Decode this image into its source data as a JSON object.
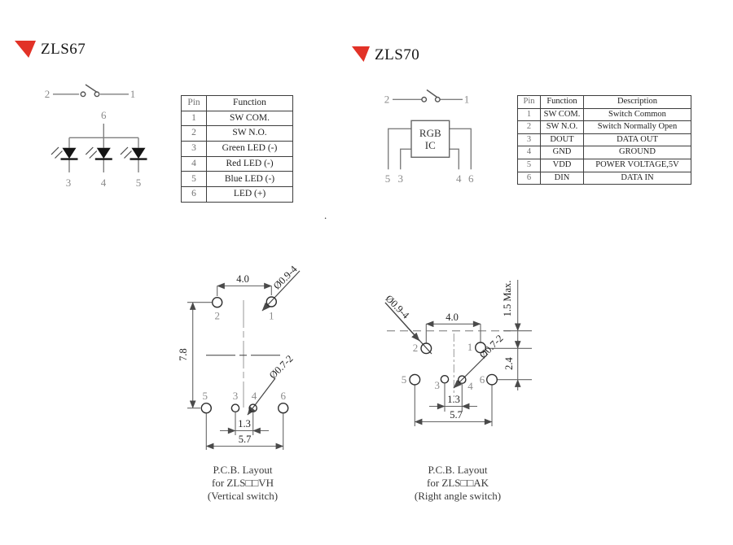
{
  "zls67": {
    "title": "ZLS67",
    "schematic": {
      "switch_left_pin": "2",
      "switch_right_pin": "1",
      "led_common_pin": "6",
      "led_pins": [
        "3",
        "4",
        "5"
      ]
    },
    "table": {
      "headers": [
        "Pin",
        "Function"
      ],
      "rows": [
        [
          "1",
          "SW COM."
        ],
        [
          "2",
          "SW N.O."
        ],
        [
          "3",
          "Green LED (-)"
        ],
        [
          "4",
          "Red LED (-)"
        ],
        [
          "5",
          "Blue LED (-)"
        ],
        [
          "6",
          "LED (+)"
        ]
      ]
    }
  },
  "zls70": {
    "title": "ZLS70",
    "schematic": {
      "switch_left_pin": "2",
      "switch_right_pin": "1",
      "ic_label_line1": "RGB",
      "ic_label_line2": "IC",
      "bottom_pins": [
        "5",
        "3",
        "4",
        "6"
      ]
    },
    "table": {
      "headers": [
        "Pin",
        "Function",
        "Description"
      ],
      "rows": [
        [
          "1",
          "SW COM.",
          "Switch Common"
        ],
        [
          "2",
          "SW N.O.",
          "Switch Normally Open"
        ],
        [
          "3",
          "DOUT",
          "DATA OUT"
        ],
        [
          "4",
          "GND",
          "GROUND"
        ],
        [
          "5",
          "VDD",
          "POWER VOLTAGE,5V"
        ],
        [
          "6",
          "DIN",
          "DATA IN"
        ]
      ]
    }
  },
  "pcb_left": {
    "dims": {
      "top_pitch": "4.0",
      "hole_big": "Ø0.9-4",
      "height": "7.8",
      "hole_small": "Ø0.7-2",
      "small_pitch": "1.3",
      "bottom_pitch": "5.7"
    },
    "pins": {
      "p1": "1",
      "p2": "2",
      "p3": "3",
      "p4": "4",
      "p5": "5",
      "p6": "6"
    },
    "caption": {
      "line1": "P.C.B. Layout",
      "line2": "for ZLS□□VH",
      "line3": "(Vertical switch)"
    }
  },
  "pcb_right": {
    "dims": {
      "top_pitch": "4.0",
      "hole_big": "Ø0.9-4",
      "edge_max": "1.5 Max.",
      "row_gap": "2.4",
      "hole_small": "Ø0.7-2",
      "small_pitch": "1.3",
      "bottom_pitch": "5.7"
    },
    "pins": {
      "p1": "1",
      "p2": "2",
      "p3": "3",
      "p4": "4",
      "p5": "5",
      "p6": "6"
    },
    "caption": {
      "line1": "P.C.B. Layout",
      "line2": "for ZLS□□AK",
      "line3": "(Right angle switch)"
    }
  },
  "stray_dot": "."
}
